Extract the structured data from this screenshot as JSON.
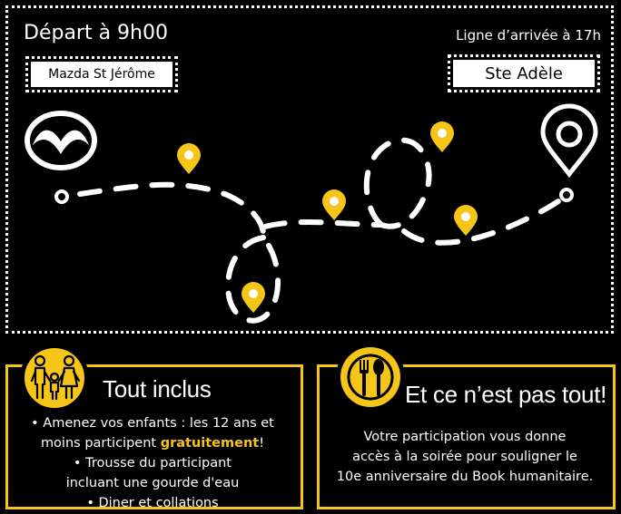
{
  "route": {
    "depart_label": "Départ à 9h00",
    "arrivee_label": "Ligne d’arrivée à 17h",
    "start_location": "Mazda St Jérôme",
    "end_location": "Ste Adèle"
  },
  "icons": {
    "start": "mazda-logo-icon",
    "end": "destination-pin-icon",
    "stops": "location-pin-icon",
    "family": "family-icon",
    "food": "fork-spoon-icon"
  },
  "colors": {
    "accent": "#f5c518",
    "background": "#000000",
    "foreground": "#ffffff"
  },
  "included": {
    "title": "Tout inclus",
    "line1": "• Amenez vos enfants : les 12 ans et",
    "line2_pre": "moins participent ",
    "line2_highlight": "gratuitement",
    "line2_post": "!",
    "line3": "• Trousse du participant",
    "line4": "incluant une gourde d'eau",
    "line5": "• Diner et collations"
  },
  "more": {
    "title": "Et ce n’est pas tout!",
    "line1": "Votre participation vous donne",
    "line2": "accès à la soirée pour souligner le",
    "line3": "10e anniversaire du Book humanitaire."
  }
}
